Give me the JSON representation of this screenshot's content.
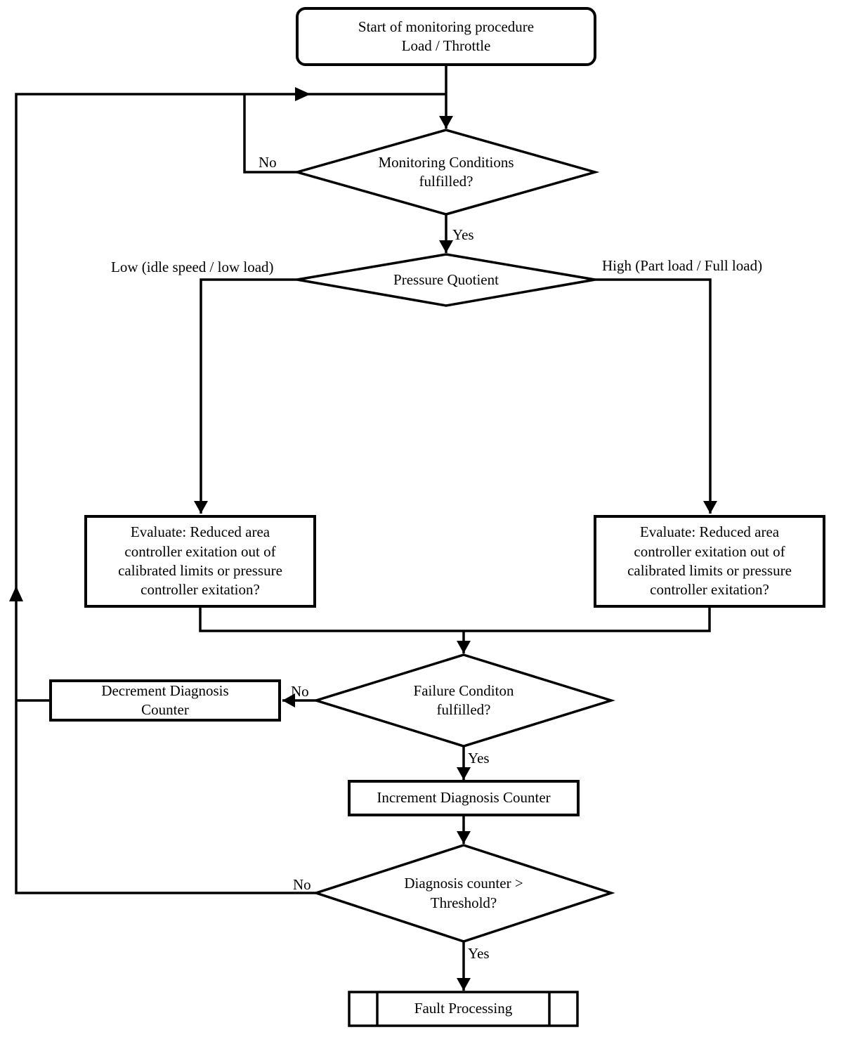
{
  "colors": {
    "line": "#000000",
    "background": "#ffffff",
    "text": "#000000"
  },
  "nodes": {
    "start": {
      "label": "Start of monitoring procedure\nLoad / Throttle",
      "shape": "rounded-rectangle"
    },
    "monitoring_conditions": {
      "label": "Monitoring Conditions\nfulfilled?",
      "shape": "diamond"
    },
    "pressure_quotient": {
      "label": "Pressure Quotient",
      "shape": "diamond"
    },
    "evaluate_low": {
      "label": "Evaluate: Reduced area\ncontroller exitation out of\ncalibrated limits or pressure\ncontroller exitation?",
      "shape": "rectangle"
    },
    "evaluate_high": {
      "label": "Evaluate: Reduced area\ncontroller exitation out of\ncalibrated limits or pressure\ncontroller exitation?",
      "shape": "rectangle"
    },
    "decrement_counter": {
      "label": "Decrement Diagnosis\nCounter",
      "shape": "rectangle"
    },
    "failure_condition": {
      "label": "Failure Conditon\nfulfilled?",
      "shape": "diamond"
    },
    "increment_counter": {
      "label": "Increment Diagnosis Counter",
      "shape": "rectangle"
    },
    "threshold_check": {
      "label": "Diagnosis counter >\nThreshold?",
      "shape": "diamond"
    },
    "fault_processing": {
      "label": "Fault Processing",
      "shape": "predefined-process"
    }
  },
  "edge_labels": {
    "monitoring_no": "No",
    "monitoring_yes": "Yes",
    "pressure_low": "Low (idle speed / low load)",
    "pressure_high": "High (Part load / Full load)",
    "failure_no": "No",
    "failure_yes": "Yes",
    "threshold_no": "No",
    "threshold_yes": "Yes"
  }
}
